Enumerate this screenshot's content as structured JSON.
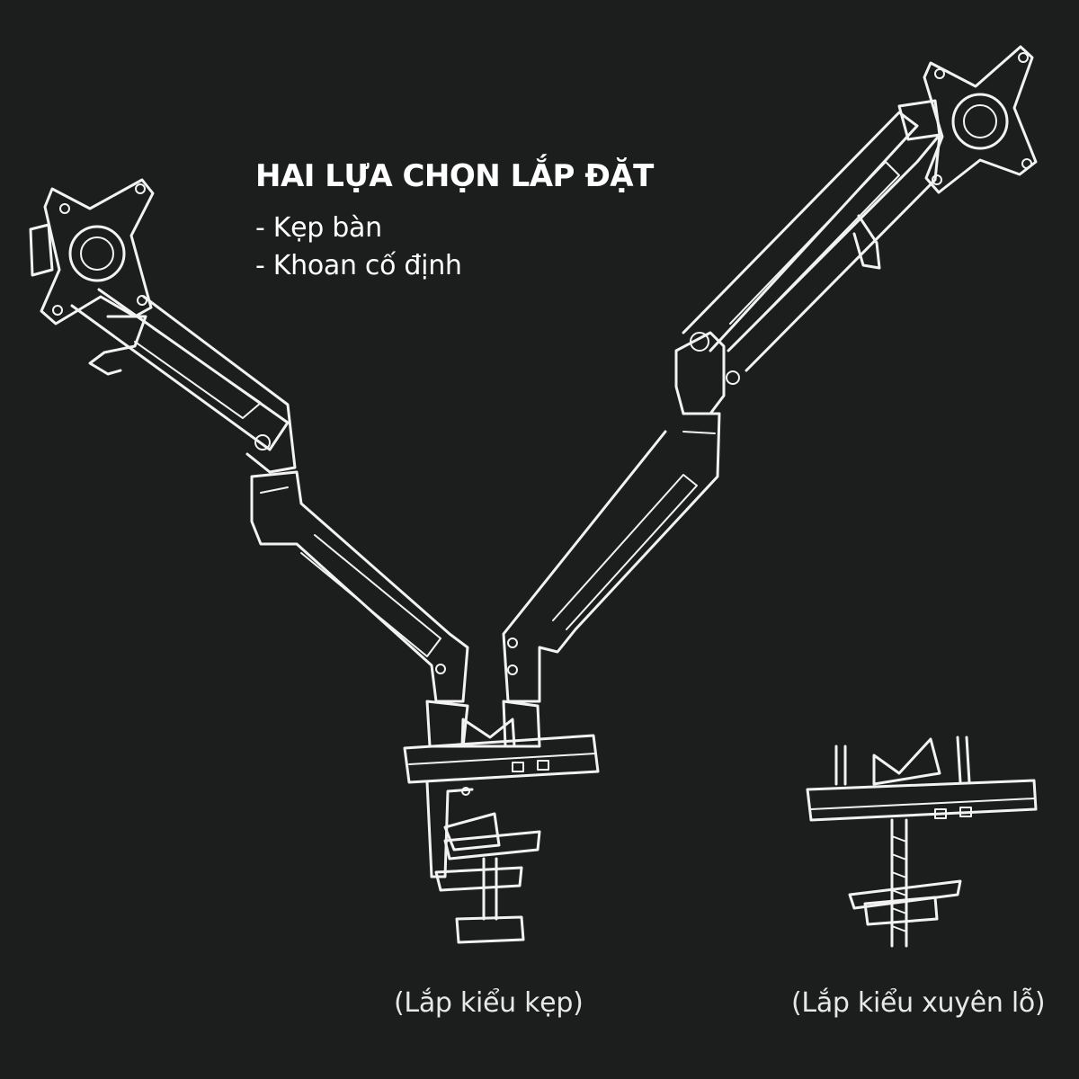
{
  "heading": "HAI LỰA CHỌN LẮP ĐẶT",
  "options": [
    "- Kẹp bàn",
    "- Khoan cố định"
  ],
  "captions": {
    "clamp": "(Lắp kiểu kẹp)",
    "grommet": "(Lắp kiểu xuyên lỗ)"
  },
  "colors": {
    "background": "#1c1e1d",
    "line": "#f2f2f2",
    "text": "#ffffff"
  }
}
